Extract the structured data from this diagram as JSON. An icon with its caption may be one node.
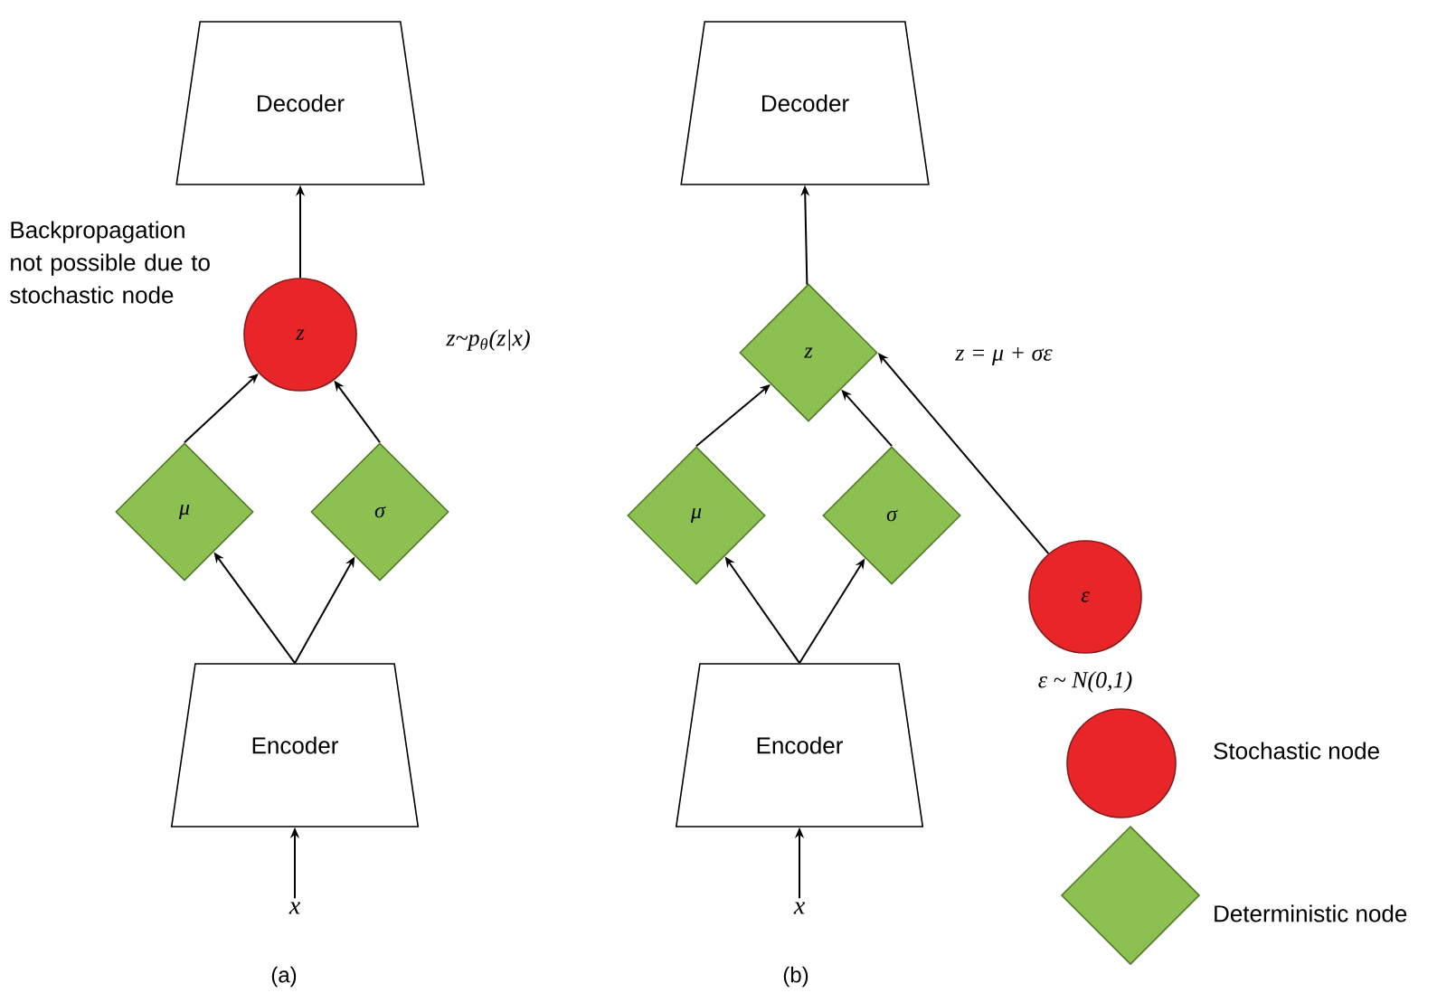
{
  "diagram": {
    "nodes": [
      {
        "text": [
          "Decoder"
        ]
      },
      {
        "text": [
          "z"
        ],
        "beside": [
          "z~p$_{θ}$(z|x)"
        ]
      },
      {
        "text": [
          "μ"
        ]
      },
      {
        "text": [
          "σ"
        ]
      },
      {
        "text": [
          "Encoder"
        ]
      },
      {
        "text": [
          "x"
        ]
      },
      {
        "text": [
          "Decoder"
        ]
      },
      {
        "text": [
          "z"
        ],
        "beside": [
          "z = μ + σε"
        ]
      },
      {
        "text": [
          "μ"
        ]
      },
      {
        "text": [
          "σ"
        ]
      },
      {
        "text": [
          "ε"
        ],
        "beside": [
          "ε ~ N(0,1)"
        ]
      },
      {
        "text": [
          "Encoder"
        ]
      },
      {
        "text": [
          "x"
        ]
      }
    ],
    "edges": [
      {
        "from": 5,
        "to": 4,
        "arrow": "to"
      },
      {
        "from": 4,
        "to": 2,
        "arrow": "to"
      },
      {
        "from": 4,
        "to": 3,
        "arrow": "to"
      },
      {
        "from": 2,
        "to": 1,
        "arrow": "to"
      },
      {
        "from": 3,
        "to": 1,
        "arrow": "to"
      },
      {
        "from": 1,
        "to": 0,
        "arrow": "to"
      },
      {
        "from": 12,
        "to": 11,
        "arrow": "to"
      },
      {
        "from": 11,
        "to": 8,
        "arrow": "to"
      },
      {
        "from": 11,
        "to": 9,
        "arrow": "to"
      },
      {
        "from": 8,
        "to": 7,
        "arrow": "to"
      },
      {
        "from": 9,
        "to": 7,
        "arrow": "to"
      },
      {
        "from": 10,
        "to": 7,
        "arrow": "to"
      },
      {
        "from": 7,
        "to": 6,
        "arrow": "to"
      }
    ],
    "labels": [
      "Backpropagation not possible due to stochastic node",
      "(a)",
      "(b)"
    ],
    "legend": [
      {
        "text": "Stochastic node"
      },
      {
        "text": "Deterministic node"
      }
    ]
  }
}
